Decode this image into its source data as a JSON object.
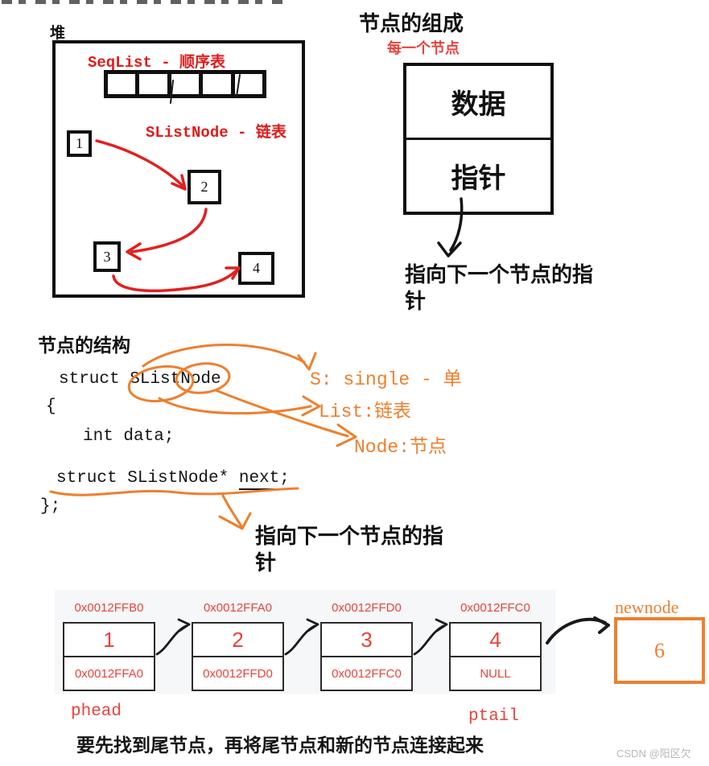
{
  "colors": {
    "red_label": "#e01b1b",
    "node_red": "#e8433c",
    "orange": "#ee7f2d",
    "ink": "#111111",
    "panel_bg": "#f6f7f9",
    "watermark_gray": "#b7b7b7"
  },
  "heap": {
    "label": "堆",
    "seqlist_label": "SeqList - 顺序表",
    "slistnode_label": "SListNode - 链表",
    "nodes": [
      {
        "value": "1"
      },
      {
        "value": "2"
      },
      {
        "value": "3"
      },
      {
        "value": "4"
      }
    ]
  },
  "composition": {
    "title": "节点的组成",
    "subtitle": "每一个节点",
    "data_cell": "数据",
    "pointer_cell": "指针",
    "caption_line1": "指向下一个节点的指",
    "caption_line2": "针"
  },
  "structure": {
    "title": "节点的结构",
    "code": {
      "line1": "struct SListNode",
      "line2": "{",
      "line3": "int data;",
      "line4_prefix": "struct SListNode* ",
      "line4_next": "next;",
      "line5": "};"
    },
    "annotations": [
      {
        "label": "S: single - 单"
      },
      {
        "label": "List:链表"
      },
      {
        "label": "Node:节点"
      }
    ],
    "caption_line1": "指向下一个节点的指",
    "caption_line2": "针"
  },
  "linked_list": {
    "nodes": [
      {
        "address": "0x0012FFB0",
        "value": "1",
        "next": "0x0012FFA0"
      },
      {
        "address": "0x0012FFA0",
        "value": "2",
        "next": "0x0012FFD0"
      },
      {
        "address": "0x0012FFD0",
        "value": "3",
        "next": "0x0012FFC0"
      },
      {
        "address": "0x0012FFC0",
        "value": "4",
        "next": "NULL"
      }
    ],
    "phead_label": "phead",
    "ptail_label": "ptail",
    "newnode_label": "newnode",
    "newnode_value": "6"
  },
  "footer": {
    "note": "要先找到尾节点，再将尾节点和新的节点连接起来",
    "watermark": "CSDN @阳区欠"
  }
}
